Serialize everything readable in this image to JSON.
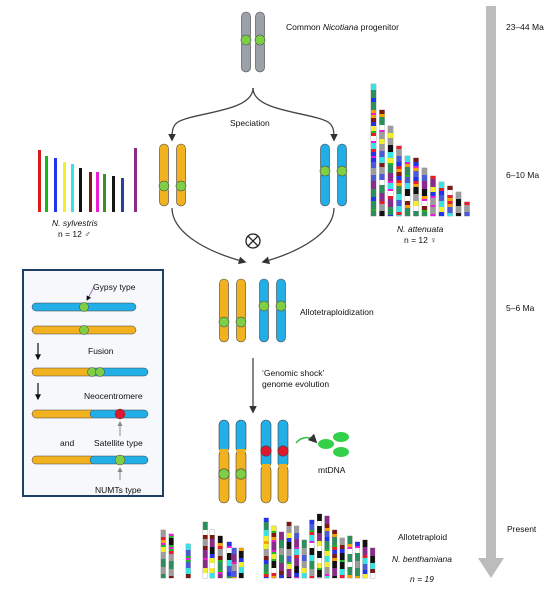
{
  "timeline": {
    "labels": [
      "23–44 Ma",
      "6–10 Ma",
      "5–6 Ma",
      "Present"
    ]
  },
  "progenitor": {
    "label_prefix": "Common ",
    "label_italic": "Nicotiana",
    "label_suffix": " progenitor"
  },
  "speciation_label": "Speciation",
  "species": {
    "left": {
      "name": "N. sylvestris",
      "n": "n = 12 ♂"
    },
    "right": {
      "name": "N. attenuata",
      "n": "n = 12 ♀"
    }
  },
  "allotetraploidization_label": "Allotetraploidization",
  "genomic_shock": {
    "line1": "‘Genomic shock’",
    "line2": "genome evolution"
  },
  "mtdna_label": "mtDNA",
  "result": {
    "line1": "Allotetraploid",
    "line2": "N. benthamiana",
    "line3": "n = 19"
  },
  "inset": {
    "gypsy": "Gypsy type",
    "fusion": "Fusion",
    "neocentromere": "Neocentromere",
    "and": "and",
    "satellite": "Satellite type",
    "numts": "NUMTs type"
  },
  "colors": {
    "gray_chrom": "#9aa1a8",
    "orange_chrom": "#f2b21f",
    "blue_chrom": "#22aee6",
    "centromere_green": "#7fcf45",
    "centromere_red": "#e0182d",
    "mtdna_green": "#33d04a",
    "timeline_arrow": "#bcbcbc",
    "inset_border": "#1e3f66"
  },
  "sylvestris_bars": [
    "#d81b1b",
    "#17b61a",
    "#2233ee",
    "#f2ef2a",
    "#37e3e3",
    "#111111",
    "#7a1a10",
    "#e81dd8",
    "#3a8f2a",
    "#151515",
    "#2a3fa0",
    "#8a2a8a"
  ]
}
